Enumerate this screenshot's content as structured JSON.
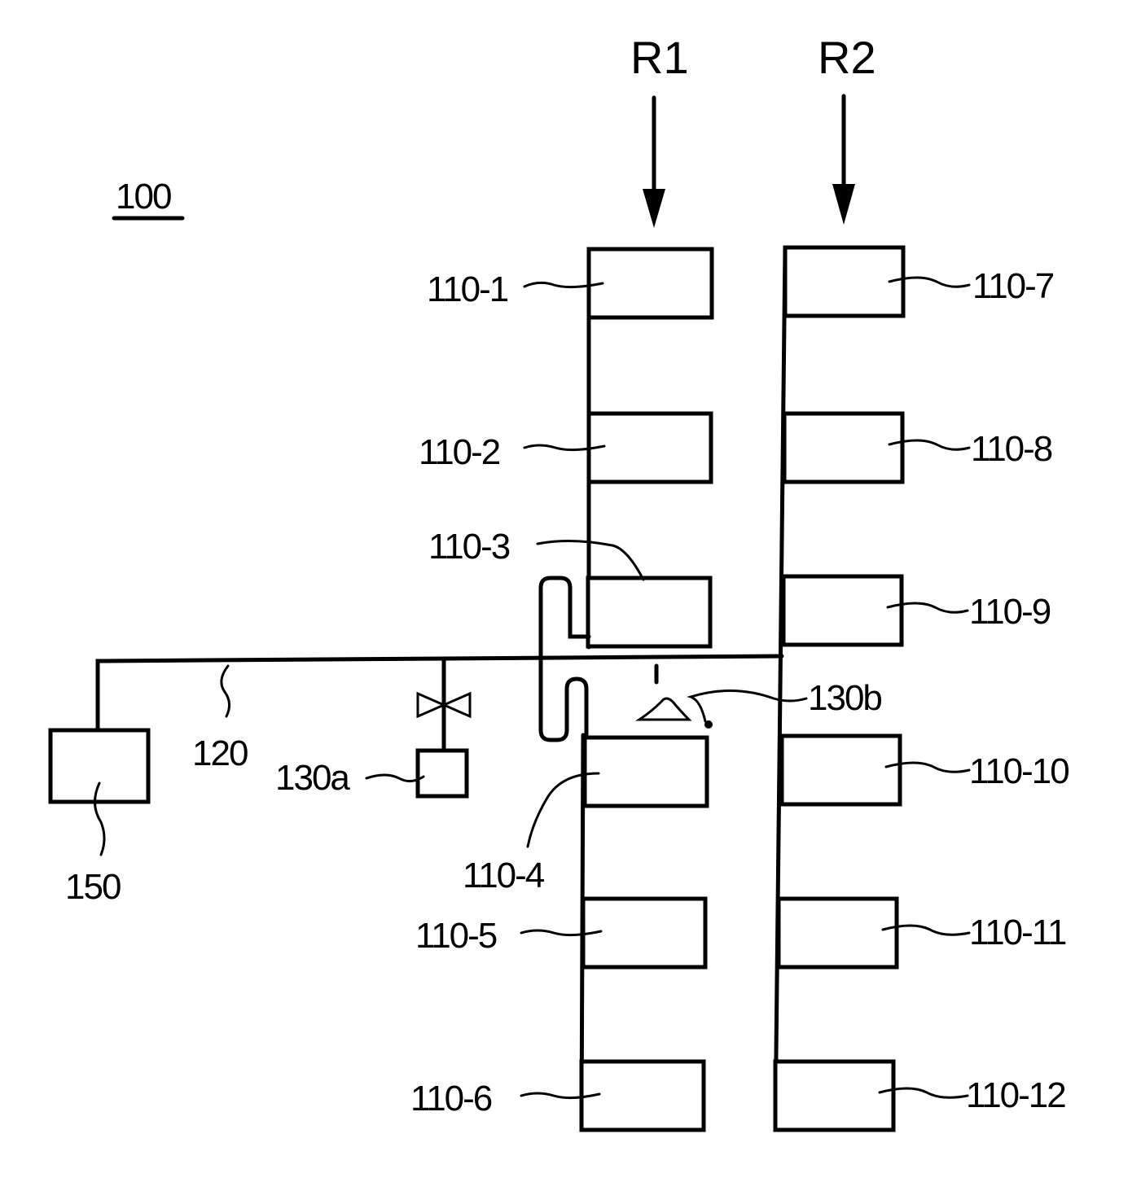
{
  "diagram": {
    "ref_main": "100",
    "rows": {
      "r1": "R1",
      "r2": "R2"
    },
    "modules": {
      "m1": "110-1",
      "m2": "110-2",
      "m3": "110-3",
      "m4": "110-4",
      "m5": "110-5",
      "m6": "110-6",
      "m7": "110-7",
      "m8": "110-8",
      "m9": "110-9",
      "m10": "110-10",
      "m11": "110-11",
      "m12": "110-12"
    },
    "pipe": "120",
    "valve_unit": "130a",
    "sensor": "130b",
    "controller": "150"
  }
}
